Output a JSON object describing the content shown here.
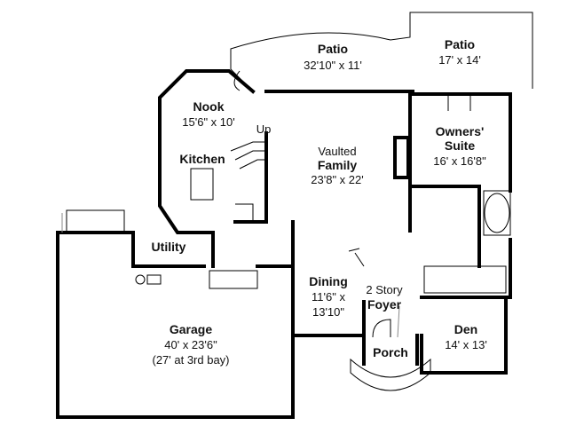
{
  "rooms": {
    "patio_main": {
      "name": "Patio",
      "size": "32'10\" x 11'"
    },
    "patio_right": {
      "name": "Patio",
      "size": "17' x 14'"
    },
    "nook": {
      "name": "Nook",
      "size": "15'6\" x 10'"
    },
    "stairs": {
      "label": "Up"
    },
    "kitchen": {
      "name": "Kitchen"
    },
    "family": {
      "prefix": "Vaulted",
      "name": "Family",
      "size": "23'8\" x 22'"
    },
    "owners_suite": {
      "name_line1": "Owners'",
      "name_line2": "Suite",
      "size": "16' x 16'8\""
    },
    "utility": {
      "name": "Utility"
    },
    "dining": {
      "name": "Dining",
      "size_line1": "11'6\" x",
      "size_line2": "13'10\""
    },
    "foyer": {
      "prefix": "2 Story",
      "name": "Foyer"
    },
    "garage": {
      "name": "Garage",
      "size": "40' x 23'6\"",
      "note": "(27' at 3rd bay)"
    },
    "porch": {
      "name": "Porch"
    },
    "den": {
      "name": "Den",
      "size": "14' x 13'"
    }
  }
}
